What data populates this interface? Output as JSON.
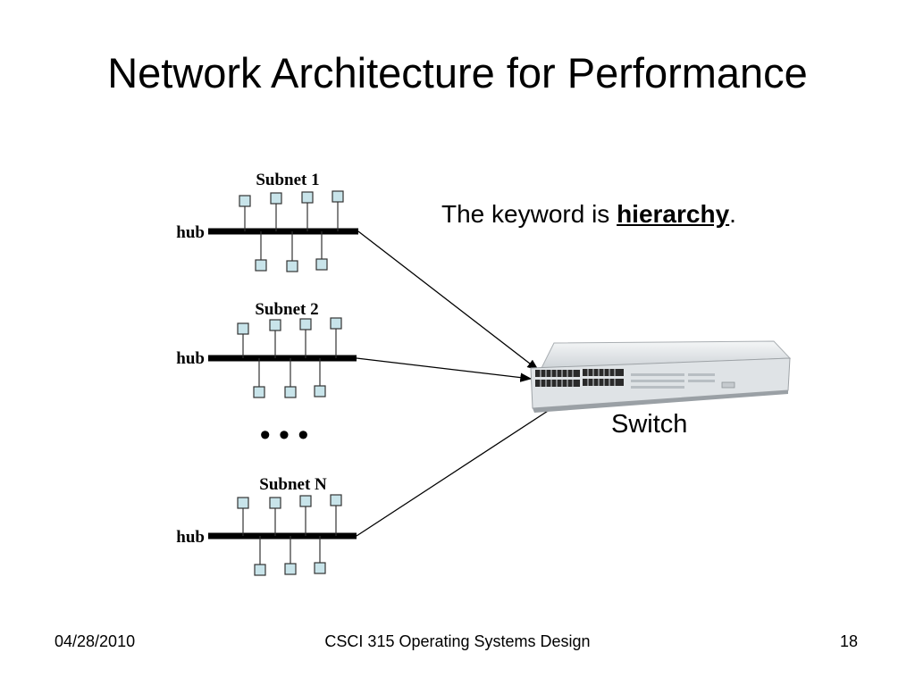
{
  "slide": {
    "title": "Network Architecture for Performance",
    "keyword_prefix": "The keyword is ",
    "keyword": "hierarchy",
    "keyword_suffix": "."
  },
  "diagram": {
    "subnets": [
      {
        "name": "Subnet 1",
        "hub_label": "hub"
      },
      {
        "name": "Subnet 2",
        "hub_label": "hub"
      },
      {
        "name": "Subnet N",
        "hub_label": "hub"
      }
    ],
    "ellipsis": "• • •",
    "switch_label": "Switch",
    "colors": {
      "node_fill": "#c8e4ea",
      "bus": "#000000",
      "switch_body": "#dfe3e6"
    }
  },
  "footer": {
    "date": "04/28/2010",
    "course": "CSCI 315 Operating Systems Design",
    "page": "18"
  }
}
